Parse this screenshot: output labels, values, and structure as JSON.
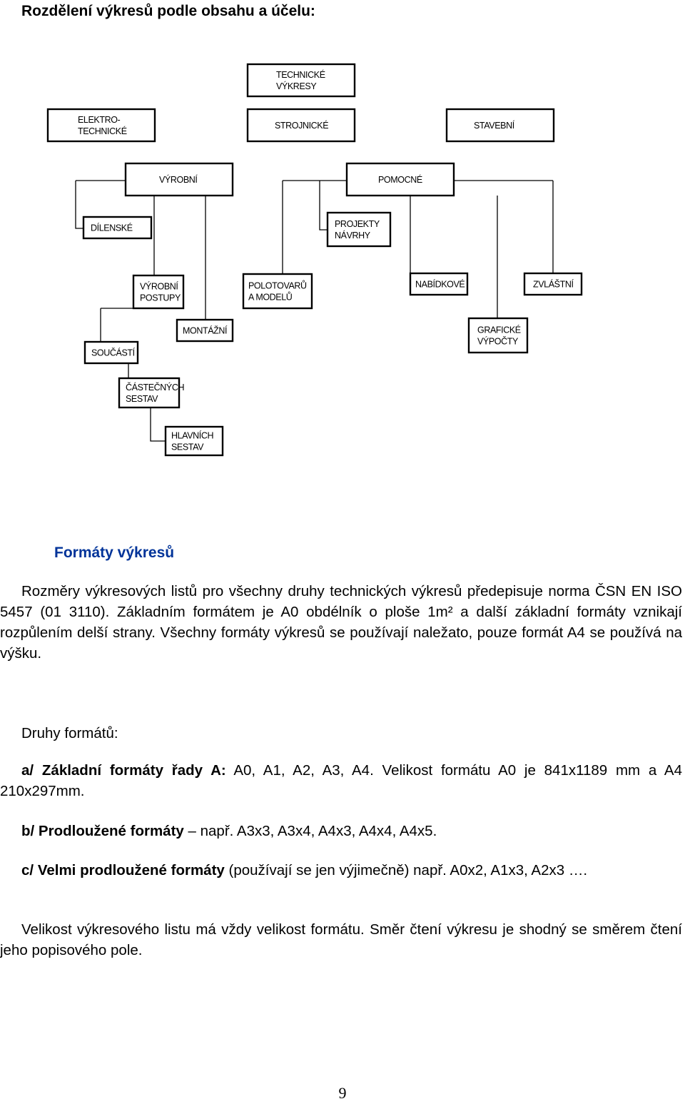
{
  "heading": "Rozdělení výkresů podle obsahu a účelu:",
  "diagram": {
    "boxes": [
      {
        "id": "technicke",
        "lines": [
          "TECHNICKÉ",
          "VÝKRESY"
        ]
      },
      {
        "id": "elektro",
        "lines": [
          "ELEKTRO-",
          "TECHNICKÉ"
        ]
      },
      {
        "id": "strojnicke",
        "lines": [
          "STROJNICKÉ"
        ]
      },
      {
        "id": "stavebni",
        "lines": [
          "STAVEBNÍ"
        ]
      },
      {
        "id": "vyrobni",
        "lines": [
          "VÝROBNÍ"
        ]
      },
      {
        "id": "pomocne",
        "lines": [
          "POMOCNÉ"
        ]
      },
      {
        "id": "dilenske",
        "lines": [
          "DÍLENSKÉ"
        ]
      },
      {
        "id": "projekty",
        "lines": [
          "PROJEKTY",
          "NÁVRHY"
        ]
      },
      {
        "id": "vyrobni-postupy",
        "lines": [
          "VÝROBNÍ",
          "POSTUPY"
        ]
      },
      {
        "id": "polotovaru",
        "lines": [
          "POLOTOVARŮ",
          "A  MODELŮ"
        ]
      },
      {
        "id": "nabidkove",
        "lines": [
          "NABÍDKOVÉ"
        ]
      },
      {
        "id": "zvlastni",
        "lines": [
          "ZVLÁŠTNÍ"
        ]
      },
      {
        "id": "montazni",
        "lines": [
          "MONTÁŽNÍ"
        ]
      },
      {
        "id": "grafické",
        "lines": [
          "GRAFICKÉ",
          "VÝPOČTY"
        ]
      },
      {
        "id": "soucasti",
        "lines": [
          "SOUČÁSTÍ"
        ]
      },
      {
        "id": "castecnych",
        "lines": [
          "ČÁSTEČNÝCH",
          "SESTAV"
        ]
      },
      {
        "id": "hlavnich",
        "lines": [
          "HLAVNÍCH",
          "SESTAV"
        ]
      }
    ]
  },
  "formats": {
    "title": "Formáty výkresů",
    "intro": "Rozměry výkresových listů pro všechny druhy technických výkresů předepisuje norma ČSN EN ISO 5457 (01 3110). Základním formátem je A0 obdélník o ploše 1m² a další základní formáty vznikají rozpůlením delší strany. Všechny formáty výkresů se používají naležato, pouze formát A4 se používá na výšku.",
    "types_label": "Druhy formátů:",
    "item_a": {
      "marker": "a/",
      "title": "Základní formáty řady A:",
      "text": " A0, A1, A2, A3, A4. Velikost formátu A0 je 841x1189 mm a A4 210x297mm."
    },
    "item_b": {
      "marker": "b/",
      "title": "Prodloužené formáty",
      "dash": " – ",
      "text": "např. A3x3, A3x4, A4x3, A4x4, A4x5."
    },
    "item_c": {
      "marker": "c/",
      "title": "Velmi prodloužené formáty",
      "text": " (používají se jen výjimečně) např.  A0x2, A1x3, A2x3 …."
    },
    "closing": "Velikost výkresového listu má vždy velikost formátu. Směr čtení výkresu je shodný se směrem čtení jeho popisového pole."
  },
  "page_number": "9"
}
